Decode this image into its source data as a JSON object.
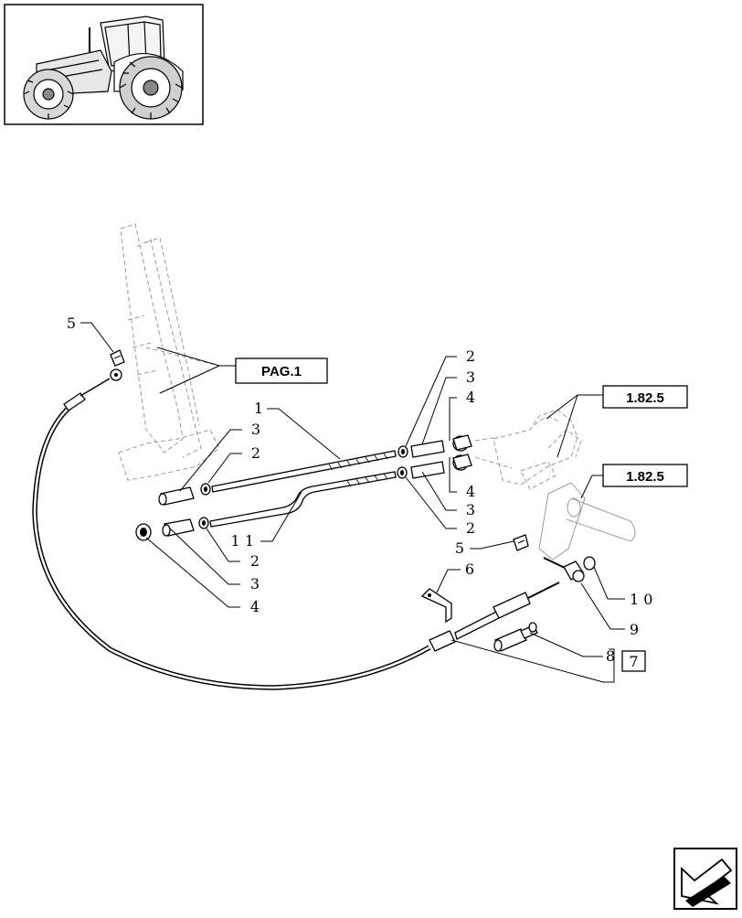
{
  "thumbnail": {
    "icon": "tractor-icon"
  },
  "reference_boxes": {
    "pag": "PAG.1",
    "ref_upper": "1.82.5",
    "ref_lower": "1.82.5",
    "kit": "7"
  },
  "callouts": {
    "c5_top": "5",
    "c1_top": "1",
    "c3_left": "3",
    "c2_left": "2",
    "c11": "1 1",
    "c2_lower": "2",
    "c3_lower": "3",
    "c4_lower": "4",
    "c2_right_top": "2",
    "c3_right_top": "3",
    "c4_right_top": "4",
    "c4_right_mid": "4",
    "c3_right_mid": "3",
    "c2_right_mid": "2",
    "c5_mid": "5",
    "c6": "6",
    "c10": "1 0",
    "c9": "9",
    "c8": "8"
  },
  "nav": {
    "icon": "next-page-arrow-icon"
  }
}
